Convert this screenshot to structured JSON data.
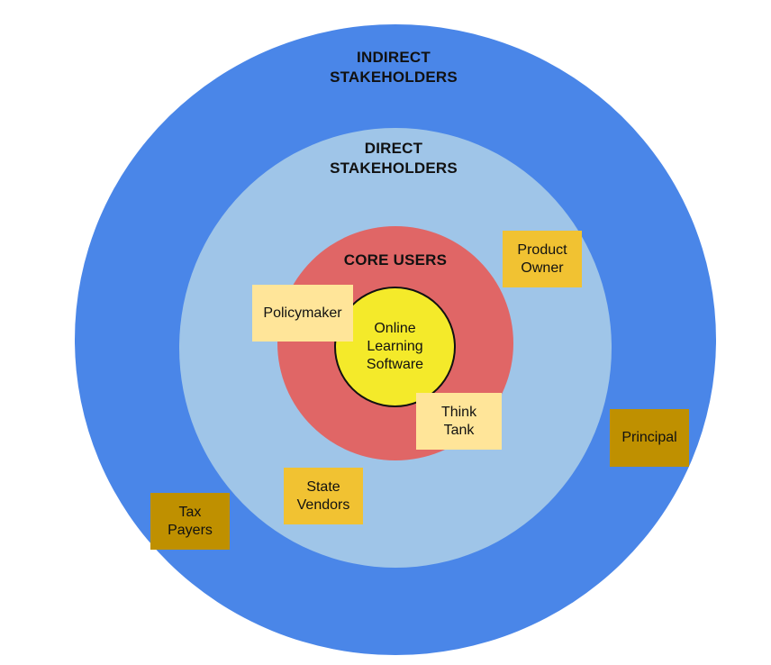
{
  "rings": {
    "indirect": {
      "label_line1": "INDIRECT",
      "label_line2": "STAKEHOLDERS",
      "color": "#4a86e8"
    },
    "direct": {
      "label_line1": "DIRECT",
      "label_line2": "STAKEHOLDERS",
      "color": "#9fc5e8"
    },
    "core": {
      "label": "CORE USERS",
      "color": "#e06666"
    },
    "center": {
      "line1": "Online",
      "line2": "Learning",
      "line3": "Software",
      "color": "#f4ea2a"
    }
  },
  "notes": {
    "product_owner": {
      "line1": "Product",
      "line2": "Owner",
      "color": "#f1c232"
    },
    "policymaker": {
      "line1": "Policymaker",
      "color": "#ffe599"
    },
    "think_tank": {
      "line1": "Think",
      "line2": "Tank",
      "color": "#ffe599"
    },
    "principal": {
      "line1": "Principal",
      "color": "#bf9000"
    },
    "state_vendors": {
      "line1": "State",
      "line2": "Vendors",
      "color": "#f1c232"
    },
    "tax_payers": {
      "line1": "Tax",
      "line2": "Payers",
      "color": "#bf9000"
    }
  }
}
